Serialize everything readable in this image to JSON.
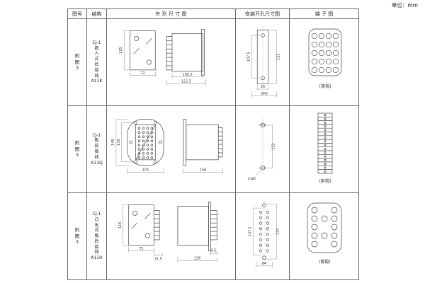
{
  "unit_label": "单位：mm",
  "headers": {
    "figure_no": "图号",
    "structure": "结构",
    "outline": "外 形 尺 寸 图",
    "install": "安装开孔尺寸图",
    "terminal": "端 子 图"
  },
  "rows": [
    {
      "figure_no": "附\n图\n3",
      "structure": "CJ-1\n嵌\n入\n式\n后\n接\n线\nA11K",
      "outline": {
        "height": "115",
        "width": "72",
        "depth_case": "100.5",
        "depth_total": "122.5"
      },
      "install": {
        "cutout_height": "107.5",
        "overall_height": "125",
        "width": "16",
        "width_overall": "(64)"
      },
      "terminal": {
        "view_label": "(背视)"
      }
    },
    {
      "figure_no": "附\n图\n3",
      "structure": "CJ-1\n板\n前\n接\n线\nA11Q",
      "outline": {
        "height_overall": "149",
        "height_inner": "135",
        "width": "105",
        "depth": "156"
      },
      "install": {
        "hole_spacing": "133",
        "hole_label": "2-φ5"
      },
      "terminal": {
        "view_label": "(前视)"
      }
    },
    {
      "figure_no": "附\n图\n3",
      "structure": "CJ-1\n凸\n出\n式\n板\n后\n接\n线\nA11H",
      "outline": {
        "height": "115",
        "width": "72",
        "stud_zone": "31.5",
        "stud_len": "9.5",
        "depth": "126"
      },
      "install": {
        "height_inner": "107.5",
        "height_overall": "124",
        "width": "64"
      },
      "terminal": {
        "view_label": "(背视)"
      }
    }
  ]
}
